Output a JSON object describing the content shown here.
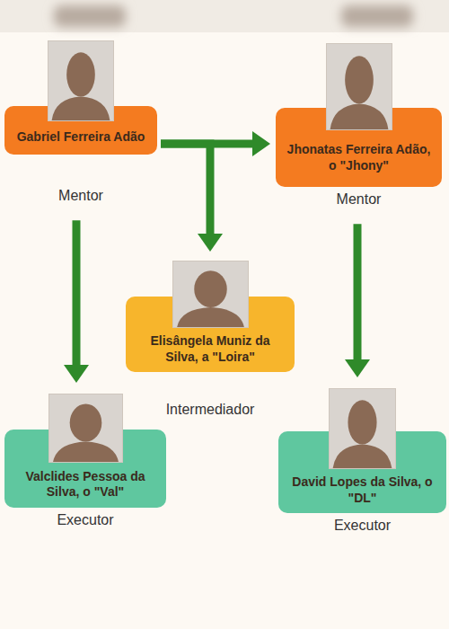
{
  "diagram": {
    "nodes": [
      {
        "text": [
          "Gabriel Ferreira Adão",
          "Mentor"
        ]
      },
      {
        "text": [
          "Jhonatas Ferreira Adão, o \"Jhony\"",
          "Mentor"
        ]
      },
      {
        "text": [
          "Elisângela Muniz da Silva, a \"Loira\"",
          "Intermediador"
        ]
      },
      {
        "text": [
          "Valclides Pessoa da Silva, o \"Val\"",
          "Executor"
        ]
      },
      {
        "text": [
          "David Lopes da Silva, o \"DL\"",
          "Executor"
        ]
      }
    ],
    "edges": [
      {
        "from": 0,
        "to": 1,
        "arrow": "to"
      },
      {
        "from": 0,
        "to": 3,
        "arrow": "to"
      },
      {
        "from": 0,
        "to": 2,
        "arrow": "to"
      },
      {
        "from": 1,
        "to": 4,
        "arrow": "to"
      }
    ]
  }
}
